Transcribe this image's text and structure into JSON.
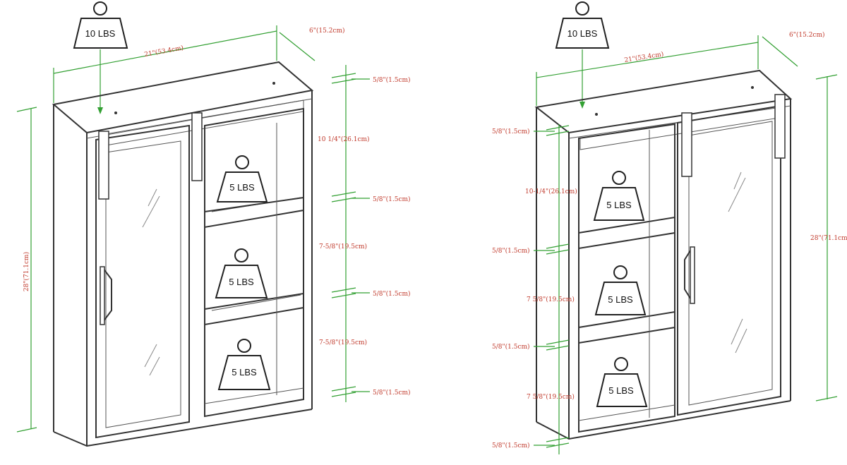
{
  "weights": {
    "top": "10 LBS",
    "shelf": "5 LBS"
  },
  "dims": {
    "width": "21\"(53.4cm)",
    "depth": "6\"(15.2cm)",
    "height": "28\"(71.1cm)",
    "panel": "5/8\"(1.5cm)",
    "upper_space": "10 1/4\"(26.1cm)",
    "upper_space_alt": "10-1/4\"(26.1cm)",
    "mid_space": "7-5/8\"(19.5cm)",
    "mid_space_alt": "7 5/8\"(19.5cm)"
  },
  "colors": {
    "dimension_line": "#33a033",
    "dimension_text": "#c0392b",
    "outline": "#333333"
  }
}
